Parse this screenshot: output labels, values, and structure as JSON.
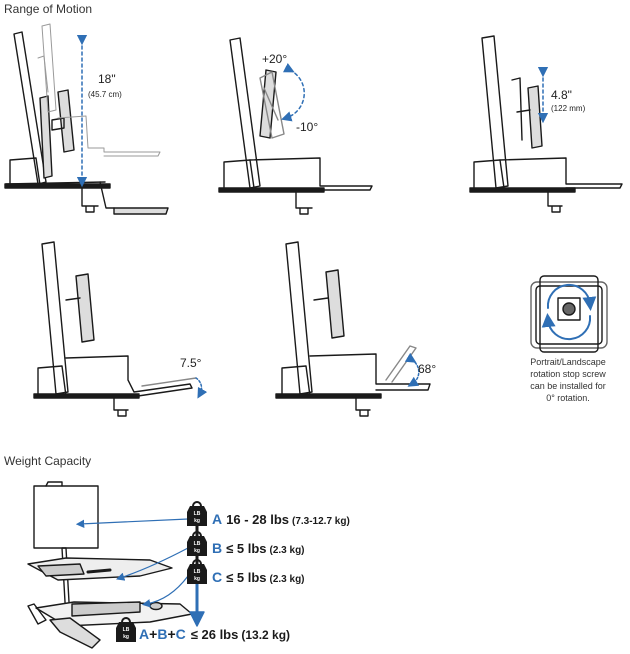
{
  "sections": {
    "range_title": "Range of Motion",
    "weight_title": "Weight Capacity"
  },
  "range": {
    "height_main": "18\"",
    "height_sub": "(45.7 cm)",
    "tilt_up": "+20°",
    "tilt_down": "-10°",
    "lift_main": "4.8\"",
    "lift_sub": "(122 mm)",
    "kb_tilt": "7.5°",
    "fold": "68°",
    "rotation_note_1": "Portrait/Landscape",
    "rotation_note_2": "rotation stop screw",
    "rotation_note_3": "can be installed for",
    "rotation_note_4": "0° rotation."
  },
  "weight": {
    "badge_top": "LB",
    "badge_bottom": "kg",
    "a_letter": "A",
    "a_value": "16 - 28 lbs",
    "a_sub": "(7.3-12.7 kg)",
    "b_letter": "B",
    "b_value": "≤ 5 lbs",
    "b_sub": "(2.3 kg)",
    "c_letter": "C",
    "c_value": "≤ 5 lbs",
    "c_sub": "(2.3 kg)",
    "sum_a": "A",
    "sum_plus1": "+",
    "sum_b": "B",
    "sum_plus2": "+",
    "sum_c": "C",
    "sum_value": "≤ 26 lbs",
    "sum_sub": "(13.2 kg)"
  },
  "colors": {
    "accent": "#2f6fb5",
    "line": "#1a1a1a",
    "ink": "#222222"
  }
}
